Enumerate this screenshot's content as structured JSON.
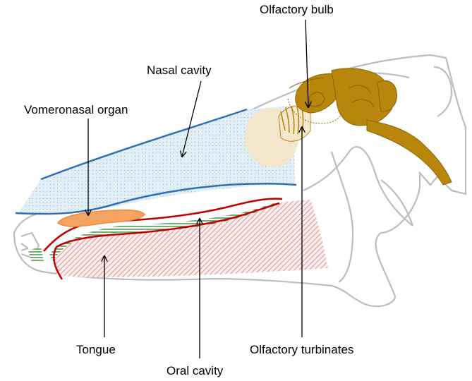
{
  "labels": {
    "olfactory_bulb": "Olfactory bulb",
    "nasal_cavity": "Nasal cavity",
    "vomeronasal_organ": "Vomeronasal organ",
    "tongue": "Tongue",
    "oral_cavity": "Oral cavity",
    "olfactory_turbinates": "Olfactory turbinates"
  },
  "colors": {
    "skull_outline": "#c4c4c4",
    "nasal_cavity_line": "#2e6fb6",
    "nasal_cavity_fill": "#d3e6f2",
    "oral_cavity_line": "#c00000",
    "tongue_hatch": "#cc6666",
    "oral_hatch": "#2e7d32",
    "vomeronasal_organ": "#f4a460",
    "brain": "#b8860b",
    "turbinate_fill": "#f5e6c6"
  }
}
